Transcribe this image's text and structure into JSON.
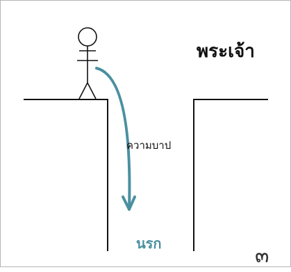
{
  "labels": {
    "god": "พระเจ้า",
    "sin": "ความบาป",
    "hell": "นรก",
    "page_number": "๓"
  },
  "colors": {
    "line": "#111111",
    "arrow": "#4a90a0",
    "hell_text": "#4a90a0",
    "border": "#b5b5b5"
  },
  "icons": {
    "person": "stick-figure-icon",
    "arrow": "curved-down-arrow-icon"
  }
}
